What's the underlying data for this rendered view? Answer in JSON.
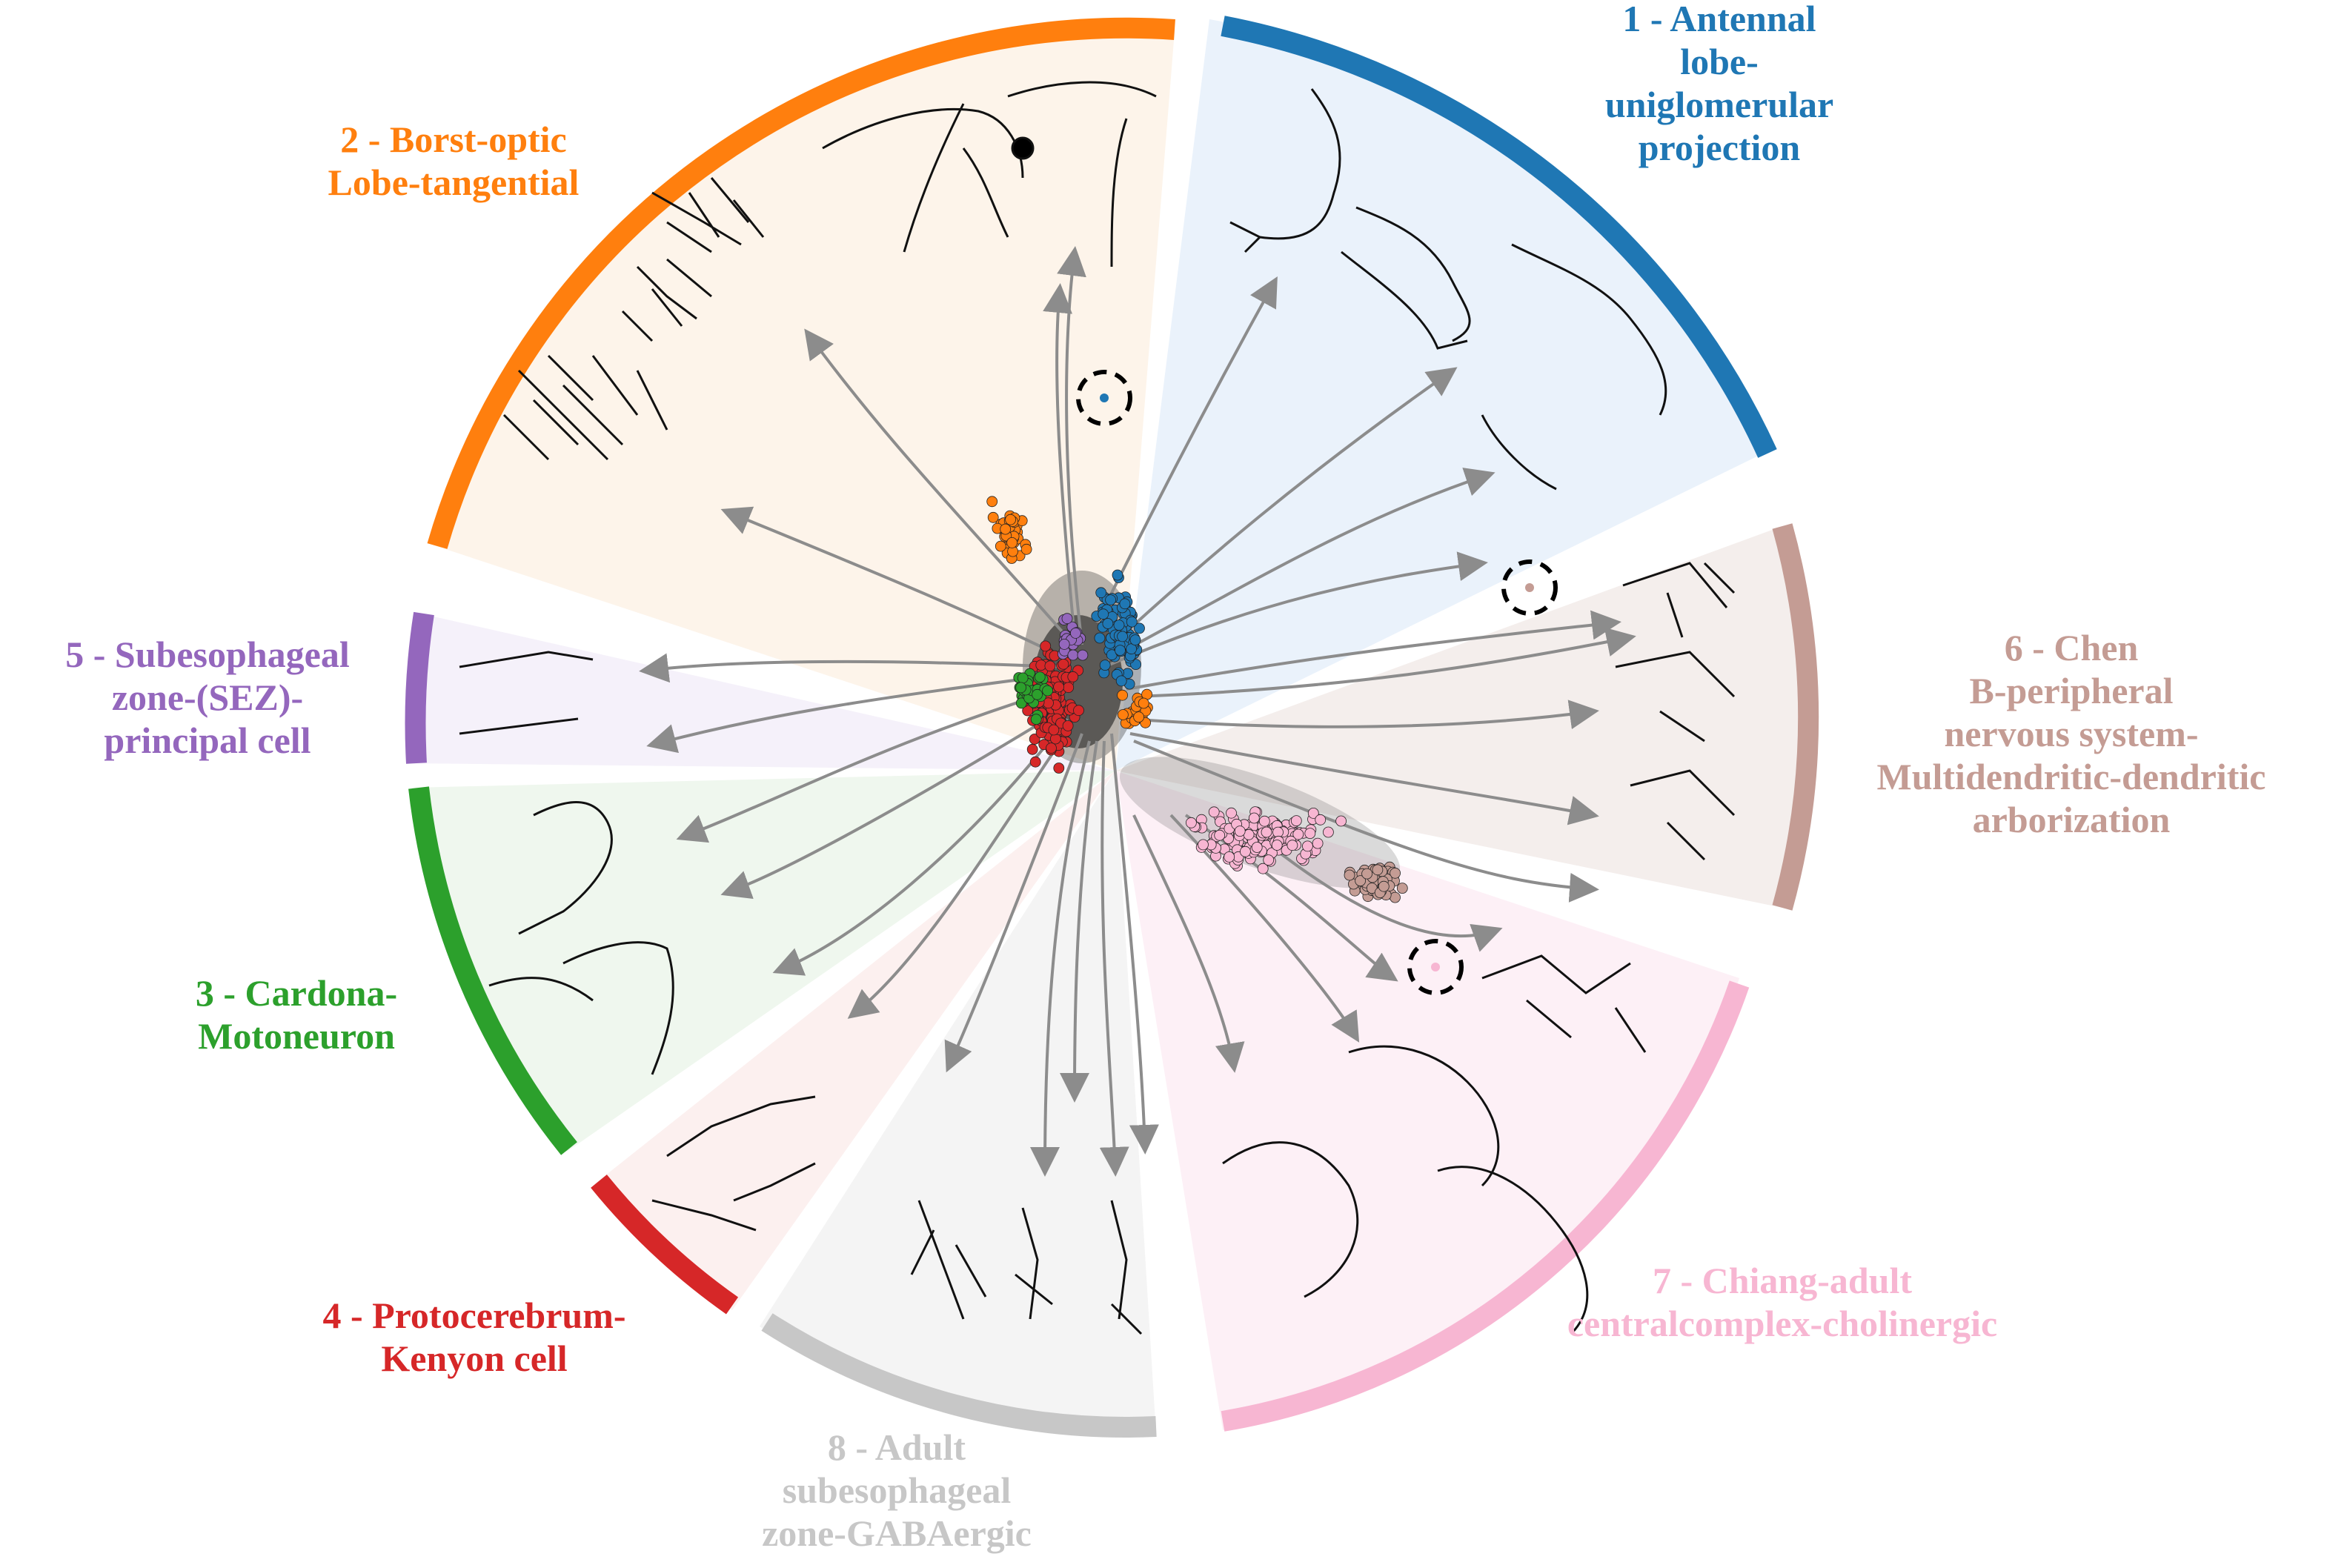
{
  "segments": [
    {
      "id": 1,
      "name": "1 - Antennal lobe-uniglomerular projection",
      "lines": [
        "1 - Antennal",
        "lobe-",
        "uniglomerular",
        "projection"
      ],
      "color": "#1f77b4",
      "tint": "#eaf2fb"
    },
    {
      "id": 2,
      "name": "2 - Borst-optic Lobe-tangential",
      "lines": [
        "2 - Borst-optic",
        "Lobe-tangential"
      ],
      "color": "#ff7f0e",
      "tint": "#fdf4ea"
    },
    {
      "id": 3,
      "name": "3 - Cardona-Motoneuron",
      "lines": [
        "3 - Cardona-",
        "Motoneuron"
      ],
      "color": "#2ca02c",
      "tint": "#eff7ee"
    },
    {
      "id": 4,
      "name": "4 - Protocerebrum-Kenyon cell",
      "lines": [
        "4 - Protocerebrum-",
        "Kenyon cell"
      ],
      "color": "#d62728",
      "tint": "#fcf0ef"
    },
    {
      "id": 5,
      "name": "5 - Subesophageal zone-(SEZ)-principal cell",
      "lines": [
        "5 - Subesophageal",
        "zone-(SEZ)-",
        "principal cell"
      ],
      "color": "#9467bd",
      "tint": "#f5f1fa"
    },
    {
      "id": 6,
      "name": "6 - Chen B-peripheral nervous system-Multidendritic-dendritic arborization",
      "lines": [
        "6 - Chen",
        "B-peripheral",
        "nervous system-",
        "Multidendritic-dendritic",
        "arborization"
      ],
      "color": "#c49c94",
      "tint": "#f4eeec"
    },
    {
      "id": 7,
      "name": "7 - Chiang-adult centralcomplex-cholinergic",
      "lines": [
        "7 - Chiang-adult",
        "centralcomplex-cholinergic"
      ],
      "color": "#f7b6d2",
      "tint": "#fdf0f6"
    },
    {
      "id": 8,
      "name": "8 - Adult subesophageal zone-GABAergic",
      "lines": [
        "8 - Adult",
        "subesophageal",
        "zone-GABAergic"
      ],
      "color": "#c7c7c7",
      "tint": "#f4f4f4"
    }
  ]
}
